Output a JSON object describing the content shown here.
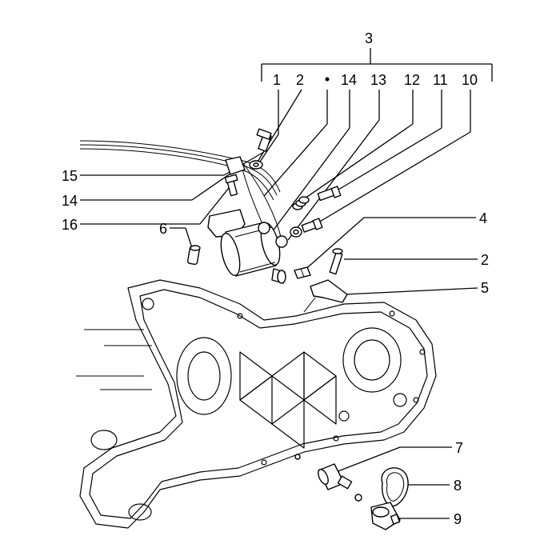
{
  "callouts": [
    {
      "id": "c3",
      "text": "3"
    },
    {
      "id": "c1",
      "text": "1"
    },
    {
      "id": "c2top",
      "text": "2"
    },
    {
      "id": "c14top",
      "text": "14"
    },
    {
      "id": "c13",
      "text": "13"
    },
    {
      "id": "c12",
      "text": "12"
    },
    {
      "id": "c11",
      "text": "11"
    },
    {
      "id": "c10",
      "text": "10"
    },
    {
      "id": "c15",
      "text": "15"
    },
    {
      "id": "c14left",
      "text": "14"
    },
    {
      "id": "c16",
      "text": "16"
    },
    {
      "id": "c6",
      "text": "6"
    },
    {
      "id": "c4",
      "text": "4"
    },
    {
      "id": "c2right",
      "text": "2"
    },
    {
      "id": "c5",
      "text": "5"
    },
    {
      "id": "c7",
      "text": "7"
    },
    {
      "id": "c8",
      "text": "8"
    },
    {
      "id": "c9",
      "text": "9"
    }
  ],
  "colors": {
    "ink": "#000000",
    "paper": "#ffffff"
  }
}
